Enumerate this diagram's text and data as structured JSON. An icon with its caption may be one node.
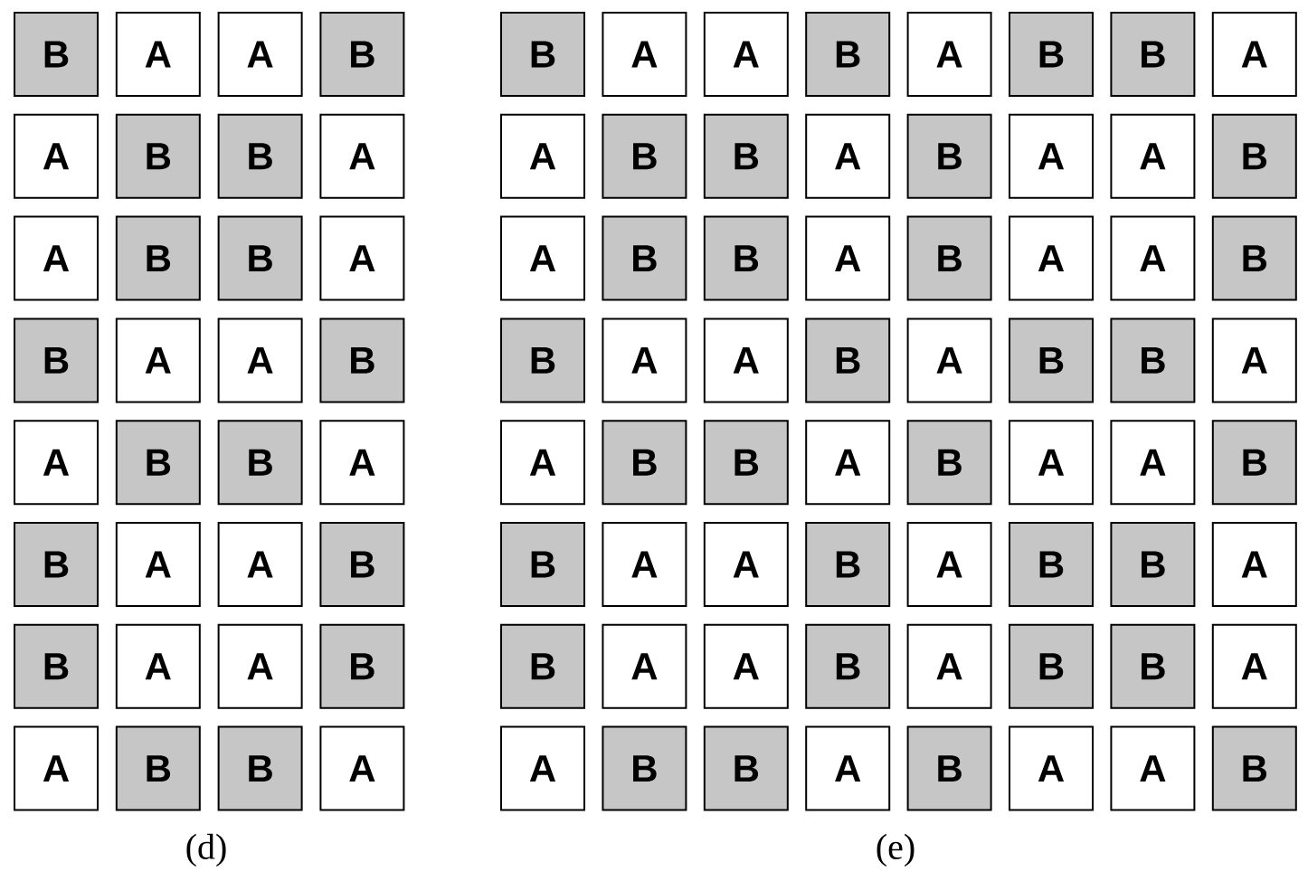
{
  "diagram": {
    "nodes": [
      {
        "text": [
          "B"
        ]
      },
      {
        "text": [
          "A"
        ]
      },
      {
        "text": [
          "A"
        ]
      },
      {
        "text": [
          "B"
        ]
      },
      {
        "text": [
          "A"
        ]
      },
      {
        "text": [
          "B"
        ]
      },
      {
        "text": [
          "B"
        ]
      },
      {
        "text": [
          "A"
        ]
      },
      {
        "text": [
          "A"
        ]
      },
      {
        "text": [
          "B"
        ]
      },
      {
        "text": [
          "B"
        ]
      },
      {
        "text": [
          "A"
        ]
      },
      {
        "text": [
          "B"
        ]
      },
      {
        "text": [
          "A"
        ]
      },
      {
        "text": [
          "A"
        ]
      },
      {
        "text": [
          "B"
        ]
      },
      {
        "text": [
          "A"
        ]
      },
      {
        "text": [
          "B"
        ]
      },
      {
        "text": [
          "B"
        ]
      },
      {
        "text": [
          "A"
        ]
      },
      {
        "text": [
          "B"
        ]
      },
      {
        "text": [
          "A"
        ]
      },
      {
        "text": [
          "A"
        ]
      },
      {
        "text": [
          "B"
        ]
      },
      {
        "text": [
          "B"
        ]
      },
      {
        "text": [
          "A"
        ]
      },
      {
        "text": [
          "A"
        ]
      },
      {
        "text": [
          "B"
        ]
      },
      {
        "text": [
          "A"
        ]
      },
      {
        "text": [
          "B"
        ]
      },
      {
        "text": [
          "B"
        ]
      },
      {
        "text": [
          "A"
        ]
      },
      {
        "text": [
          "B"
        ]
      },
      {
        "text": [
          "A"
        ]
      },
      {
        "text": [
          "A"
        ]
      },
      {
        "text": [
          "B"
        ]
      },
      {
        "text": [
          "A"
        ]
      },
      {
        "text": [
          "B"
        ]
      },
      {
        "text": [
          "B"
        ]
      },
      {
        "text": [
          "A"
        ]
      },
      {
        "text": [
          "A"
        ]
      },
      {
        "text": [
          "B"
        ]
      },
      {
        "text": [
          "B"
        ]
      },
      {
        "text": [
          "A"
        ]
      },
      {
        "text": [
          "B"
        ]
      },
      {
        "text": [
          "A"
        ]
      },
      {
        "text": [
          "A"
        ]
      },
      {
        "text": [
          "B"
        ]
      },
      {
        "text": [
          "A"
        ]
      },
      {
        "text": [
          "B"
        ]
      },
      {
        "text": [
          "B"
        ]
      },
      {
        "text": [
          "A"
        ]
      },
      {
        "text": [
          "B"
        ]
      },
      {
        "text": [
          "A"
        ]
      },
      {
        "text": [
          "A"
        ]
      },
      {
        "text": [
          "B"
        ]
      },
      {
        "text": [
          "B"
        ]
      },
      {
        "text": [
          "A"
        ]
      },
      {
        "text": [
          "A"
        ]
      },
      {
        "text": [
          "B"
        ]
      },
      {
        "text": [
          "A"
        ]
      },
      {
        "text": [
          "B"
        ]
      },
      {
        "text": [
          "B"
        ]
      },
      {
        "text": [
          "A"
        ]
      },
      {
        "text": [
          "A"
        ]
      },
      {
        "text": [
          "B"
        ]
      },
      {
        "text": [
          "B"
        ]
      },
      {
        "text": [
          "A"
        ]
      },
      {
        "text": [
          "B"
        ]
      },
      {
        "text": [
          "A"
        ]
      },
      {
        "text": [
          "A"
        ]
      },
      {
        "text": [
          "B"
        ]
      },
      {
        "text": [
          "B"
        ]
      },
      {
        "text": [
          "A"
        ]
      },
      {
        "text": [
          "A"
        ]
      },
      {
        "text": [
          "B"
        ]
      },
      {
        "text": [
          "A"
        ]
      },
      {
        "text": [
          "B"
        ]
      },
      {
        "text": [
          "B"
        ]
      },
      {
        "text": [
          "A"
        ]
      },
      {
        "text": [
          "B"
        ]
      },
      {
        "text": [
          "A"
        ]
      },
      {
        "text": [
          "A"
        ]
      },
      {
        "text": [
          "B"
        ]
      },
      {
        "text": [
          "A"
        ]
      },
      {
        "text": [
          "B"
        ]
      },
      {
        "text": [
          "B"
        ]
      },
      {
        "text": [
          "A"
        ]
      },
      {
        "text": [
          "A"
        ]
      },
      {
        "text": [
          "B"
        ]
      },
      {
        "text": [
          "B"
        ]
      },
      {
        "text": [
          "A"
        ]
      },
      {
        "text": [
          "B"
        ]
      },
      {
        "text": [
          "A"
        ]
      },
      {
        "text": [
          "A"
        ]
      },
      {
        "text": [
          "B"
        ]
      }
    ],
    "labels": [
      "(d)",
      "(e)"
    ]
  }
}
